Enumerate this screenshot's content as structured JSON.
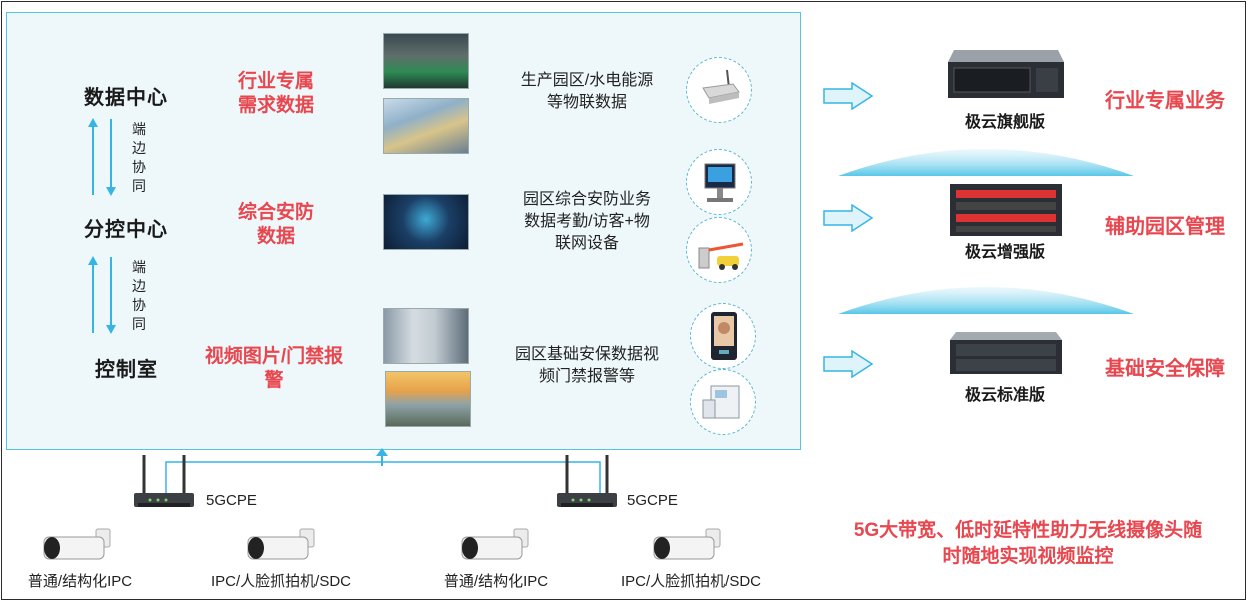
{
  "levels": {
    "data_center": "数据中心",
    "branch_center": "分控中心",
    "control_room": "控制室",
    "sync_label": [
      "端",
      "边",
      "协",
      "同"
    ]
  },
  "categories": {
    "industry": [
      "行业专属",
      "需求数据"
    ],
    "security": [
      "综合安防",
      "数据"
    ],
    "video": [
      "视频图片/门禁报",
      "警"
    ]
  },
  "descriptions": {
    "industry": [
      "生产园区/水电能源",
      "等物联数据"
    ],
    "security": [
      "园区综合安防业务",
      "数据考勤/访客+物",
      "联网设备"
    ],
    "video": [
      "园区基础安保数据视",
      "频门禁报警等"
    ]
  },
  "tiers": {
    "flagship": "极云旗舰版",
    "enhanced": "极云增强版",
    "standard": "极云标准版"
  },
  "business": {
    "industry": "行业专属业务",
    "park": "辅助园区管理",
    "security": "基础安全保障"
  },
  "edge": {
    "cpe_left": "5GCPE",
    "cpe_right": "5GCPE",
    "cameras": [
      "普通/结构化IPC",
      "IPC/人脸抓拍机/SDC",
      "普通/结构化IPC",
      "IPC/人脸抓拍机/SDC"
    ]
  },
  "slogan": [
    "5G大带宽、低时延特性助力无线摄像头随",
    "时随地实现视频监控"
  ],
  "colors": {
    "accent_red": "#e8474f",
    "panel_border": "#56c4e0",
    "arrow_cyan": "#36b5e5"
  }
}
